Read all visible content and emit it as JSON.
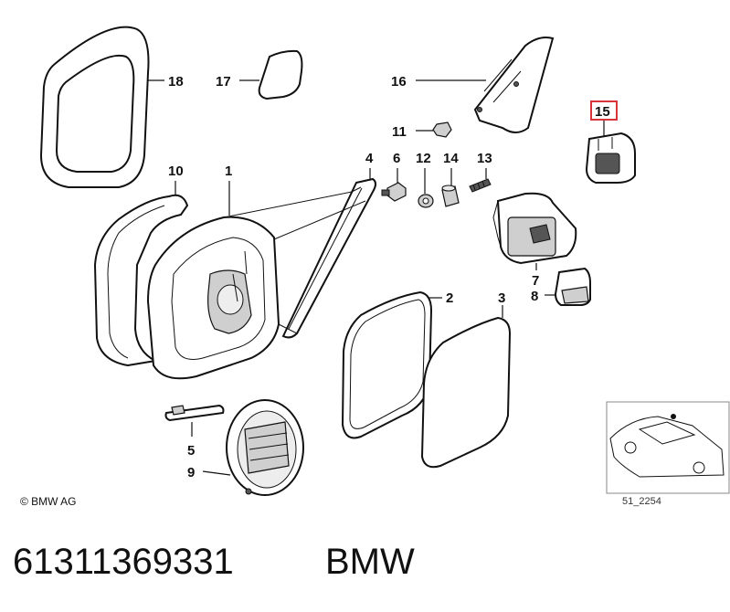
{
  "labels": {
    "l1": "1",
    "l2": "2",
    "l3": "3",
    "l4": "4",
    "l5": "5",
    "l6": "6",
    "l7": "7",
    "l8": "8",
    "l9": "9",
    "l10": "10",
    "l11": "11",
    "l12": "12",
    "l13": "13",
    "l14": "14",
    "l15": "15",
    "l16": "16",
    "l17": "17",
    "l18": "18"
  },
  "highlight": {
    "label": "15",
    "color": "#d9343a"
  },
  "copyright": "© BMW AG",
  "diagram_ref": "51_2254",
  "part_number": "61311369331",
  "brand": "BMW"
}
